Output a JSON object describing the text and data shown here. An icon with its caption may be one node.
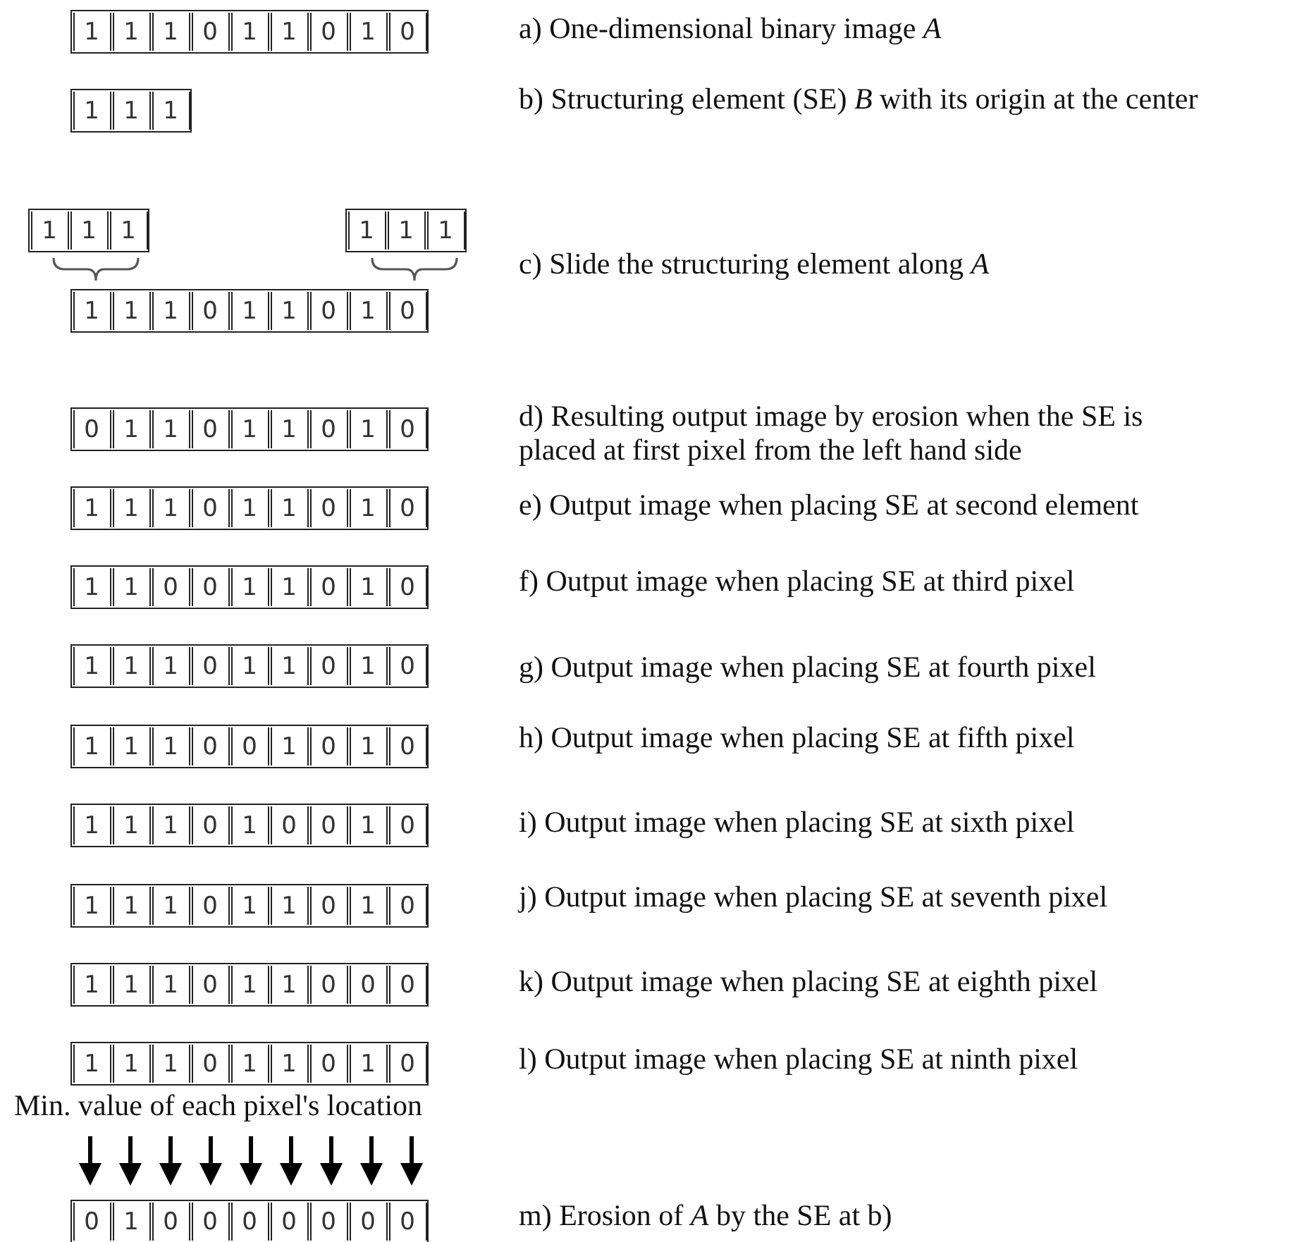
{
  "diagram": {
    "labels": [
      "1",
      "1",
      "1",
      "0",
      "1",
      "1",
      "0",
      "1",
      "0",
      "a) One-dimensional binary image *A*",
      "1",
      "1",
      "1",
      "b) Structuring element (SE) *B* with its origin at the center",
      "1",
      "1",
      "1",
      "1",
      "1",
      "1",
      "c) Slide the structuring element along  *A*",
      "1",
      "1",
      "1",
      "0",
      "1",
      "1",
      "0",
      "1",
      "0",
      "0",
      "1",
      "1",
      "0",
      "1",
      "1",
      "0",
      "1",
      "0",
      "d) Resulting output image by erosion when the SE is placed  at first pixel from the left hand side",
      "1",
      "1",
      "1",
      "0",
      "1",
      "1",
      "0",
      "1",
      "0",
      "e) Output image when placing SE at second element",
      "1",
      "1",
      "0",
      "0",
      "1",
      "1",
      "0",
      "1",
      "0",
      "f) Output image when placing SE at third pixel",
      "1",
      "1",
      "1",
      "0",
      "1",
      "1",
      "0",
      "1",
      "0",
      "g) Output image when placing SE at fourth pixel",
      "1",
      "1",
      "1",
      "0",
      "0",
      "1",
      "0",
      "1",
      "0",
      "h) Output image when placing SE at fifth pixel",
      "1",
      "1",
      "1",
      "0",
      "1",
      "0",
      "0",
      "1",
      "0",
      "i) Output image when placing SE at sixth pixel",
      "1",
      "1",
      "1",
      "0",
      "1",
      "1",
      "0",
      "1",
      "0",
      "j) Output image when placing SE at seventh pixel",
      "1",
      "1",
      "1",
      "0",
      "1",
      "1",
      "0",
      "0",
      "0",
      "k) Output image when placing SE at eighth pixel",
      "1",
      "1",
      "1",
      "0",
      "1",
      "1",
      "0",
      "1",
      "0",
      "l) Output image when placing SE at ninth pixel",
      "Min. value of each pixel's location",
      "0",
      "1",
      "0",
      "0",
      "0",
      "0",
      "0",
      "0",
      "0",
      "m) Erosion of *A* by the SE at b)"
    ]
  }
}
